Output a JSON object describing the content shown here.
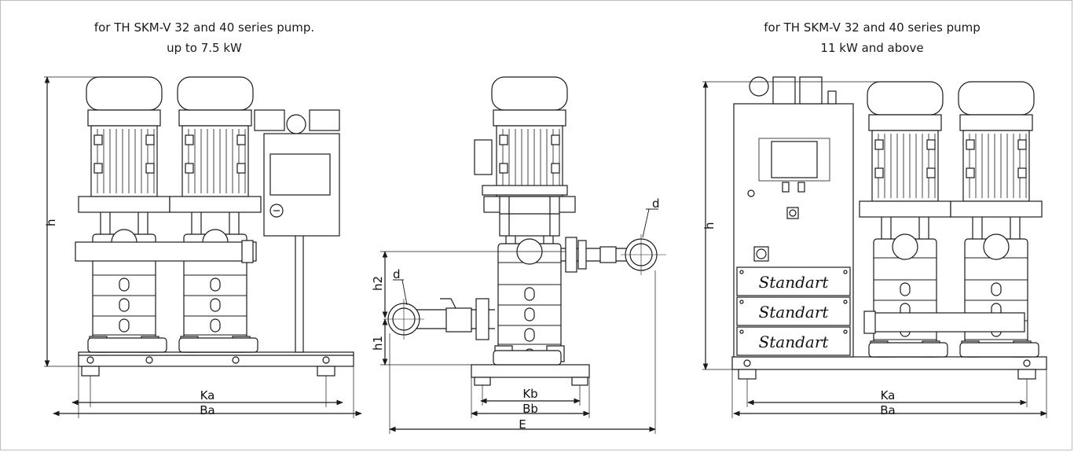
{
  "captions": {
    "left_line1": "for TH SKM-V 32 and 40 series pump.",
    "left_line2": "up to 7.5 kW",
    "right_line1": "for TH SKM-V 32 and 40 series pump",
    "right_line2": "11 kW and above"
  },
  "dims": {
    "left": {
      "h": "h",
      "ka": "Ka",
      "ba": "Ba"
    },
    "mid": {
      "h1": "h1",
      "h2": "h2",
      "d_top": "d",
      "d_bottom": "d",
      "kb": "Kb",
      "bb": "Bb",
      "e": "E"
    },
    "right": {
      "h": "h",
      "ka": "Ka",
      "ba": "Ba"
    }
  },
  "brand_plate": [
    "Standart",
    "Standart",
    "Standart"
  ],
  "colors": {
    "line": "#1a1a1a",
    "frame": "#bdbdbd",
    "panel_fill": "#f2f2f2"
  }
}
